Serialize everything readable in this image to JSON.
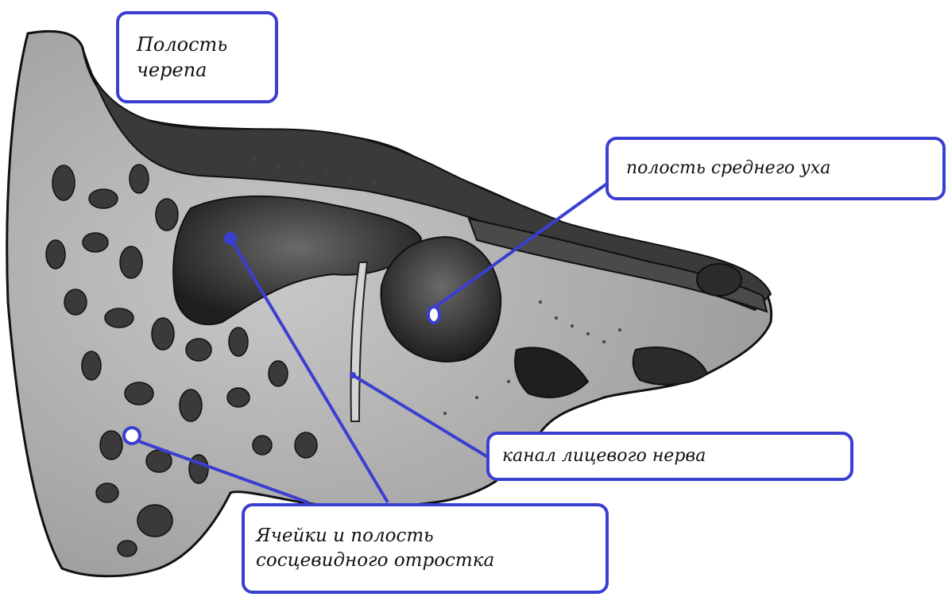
{
  "labels": {
    "cranial_cavity": {
      "line1": "Полость",
      "line2": "черепа"
    },
    "middle_ear": "полость среднего уха",
    "facial_canal": "канал лицевого нерва",
    "mastoid": {
      "line1": "Ячейки  и полость",
      "line2": "сосцевидного отростка"
    }
  },
  "colors": {
    "annotation": "#3b3fd0",
    "bone_light": "#b9b9b9",
    "bone_dark": "#2b2b2b",
    "outline": "#111111"
  }
}
